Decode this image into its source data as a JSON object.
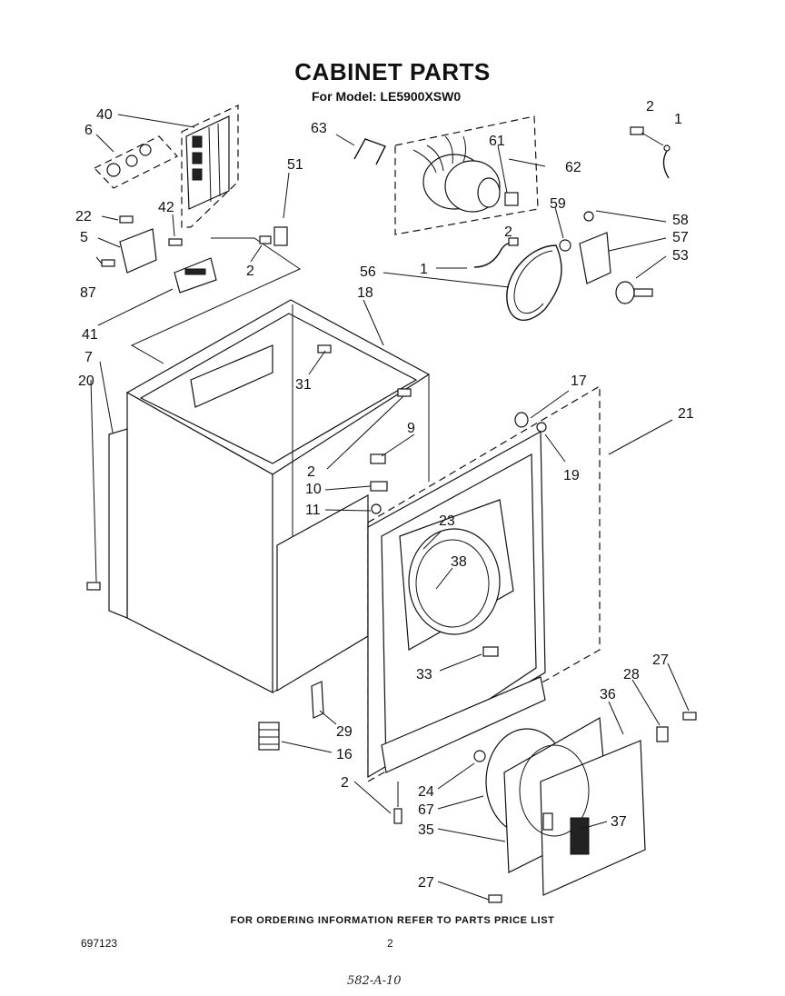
{
  "header": {
    "title": "CABINET PARTS",
    "subtitle": "For Model: LE5900XSW0"
  },
  "callouts": [
    "40",
    "6",
    "22",
    "42",
    "5",
    "87",
    "41",
    "7",
    "20",
    "51",
    "2",
    "63",
    "61",
    "62",
    "59",
    "58",
    "57",
    "53",
    "1",
    "56",
    "18",
    "31",
    "17",
    "21",
    "19",
    "9",
    "10",
    "11",
    "23",
    "38",
    "33",
    "27",
    "28",
    "36",
    "29",
    "16",
    "24",
    "67",
    "35",
    "37"
  ],
  "footer": {
    "ordering_note": "FOR ORDERING INFORMATION REFER TO PARTS PRICE LIST",
    "document_number": "697123",
    "page_number": "2",
    "handwritten_note": "582-A-10"
  }
}
